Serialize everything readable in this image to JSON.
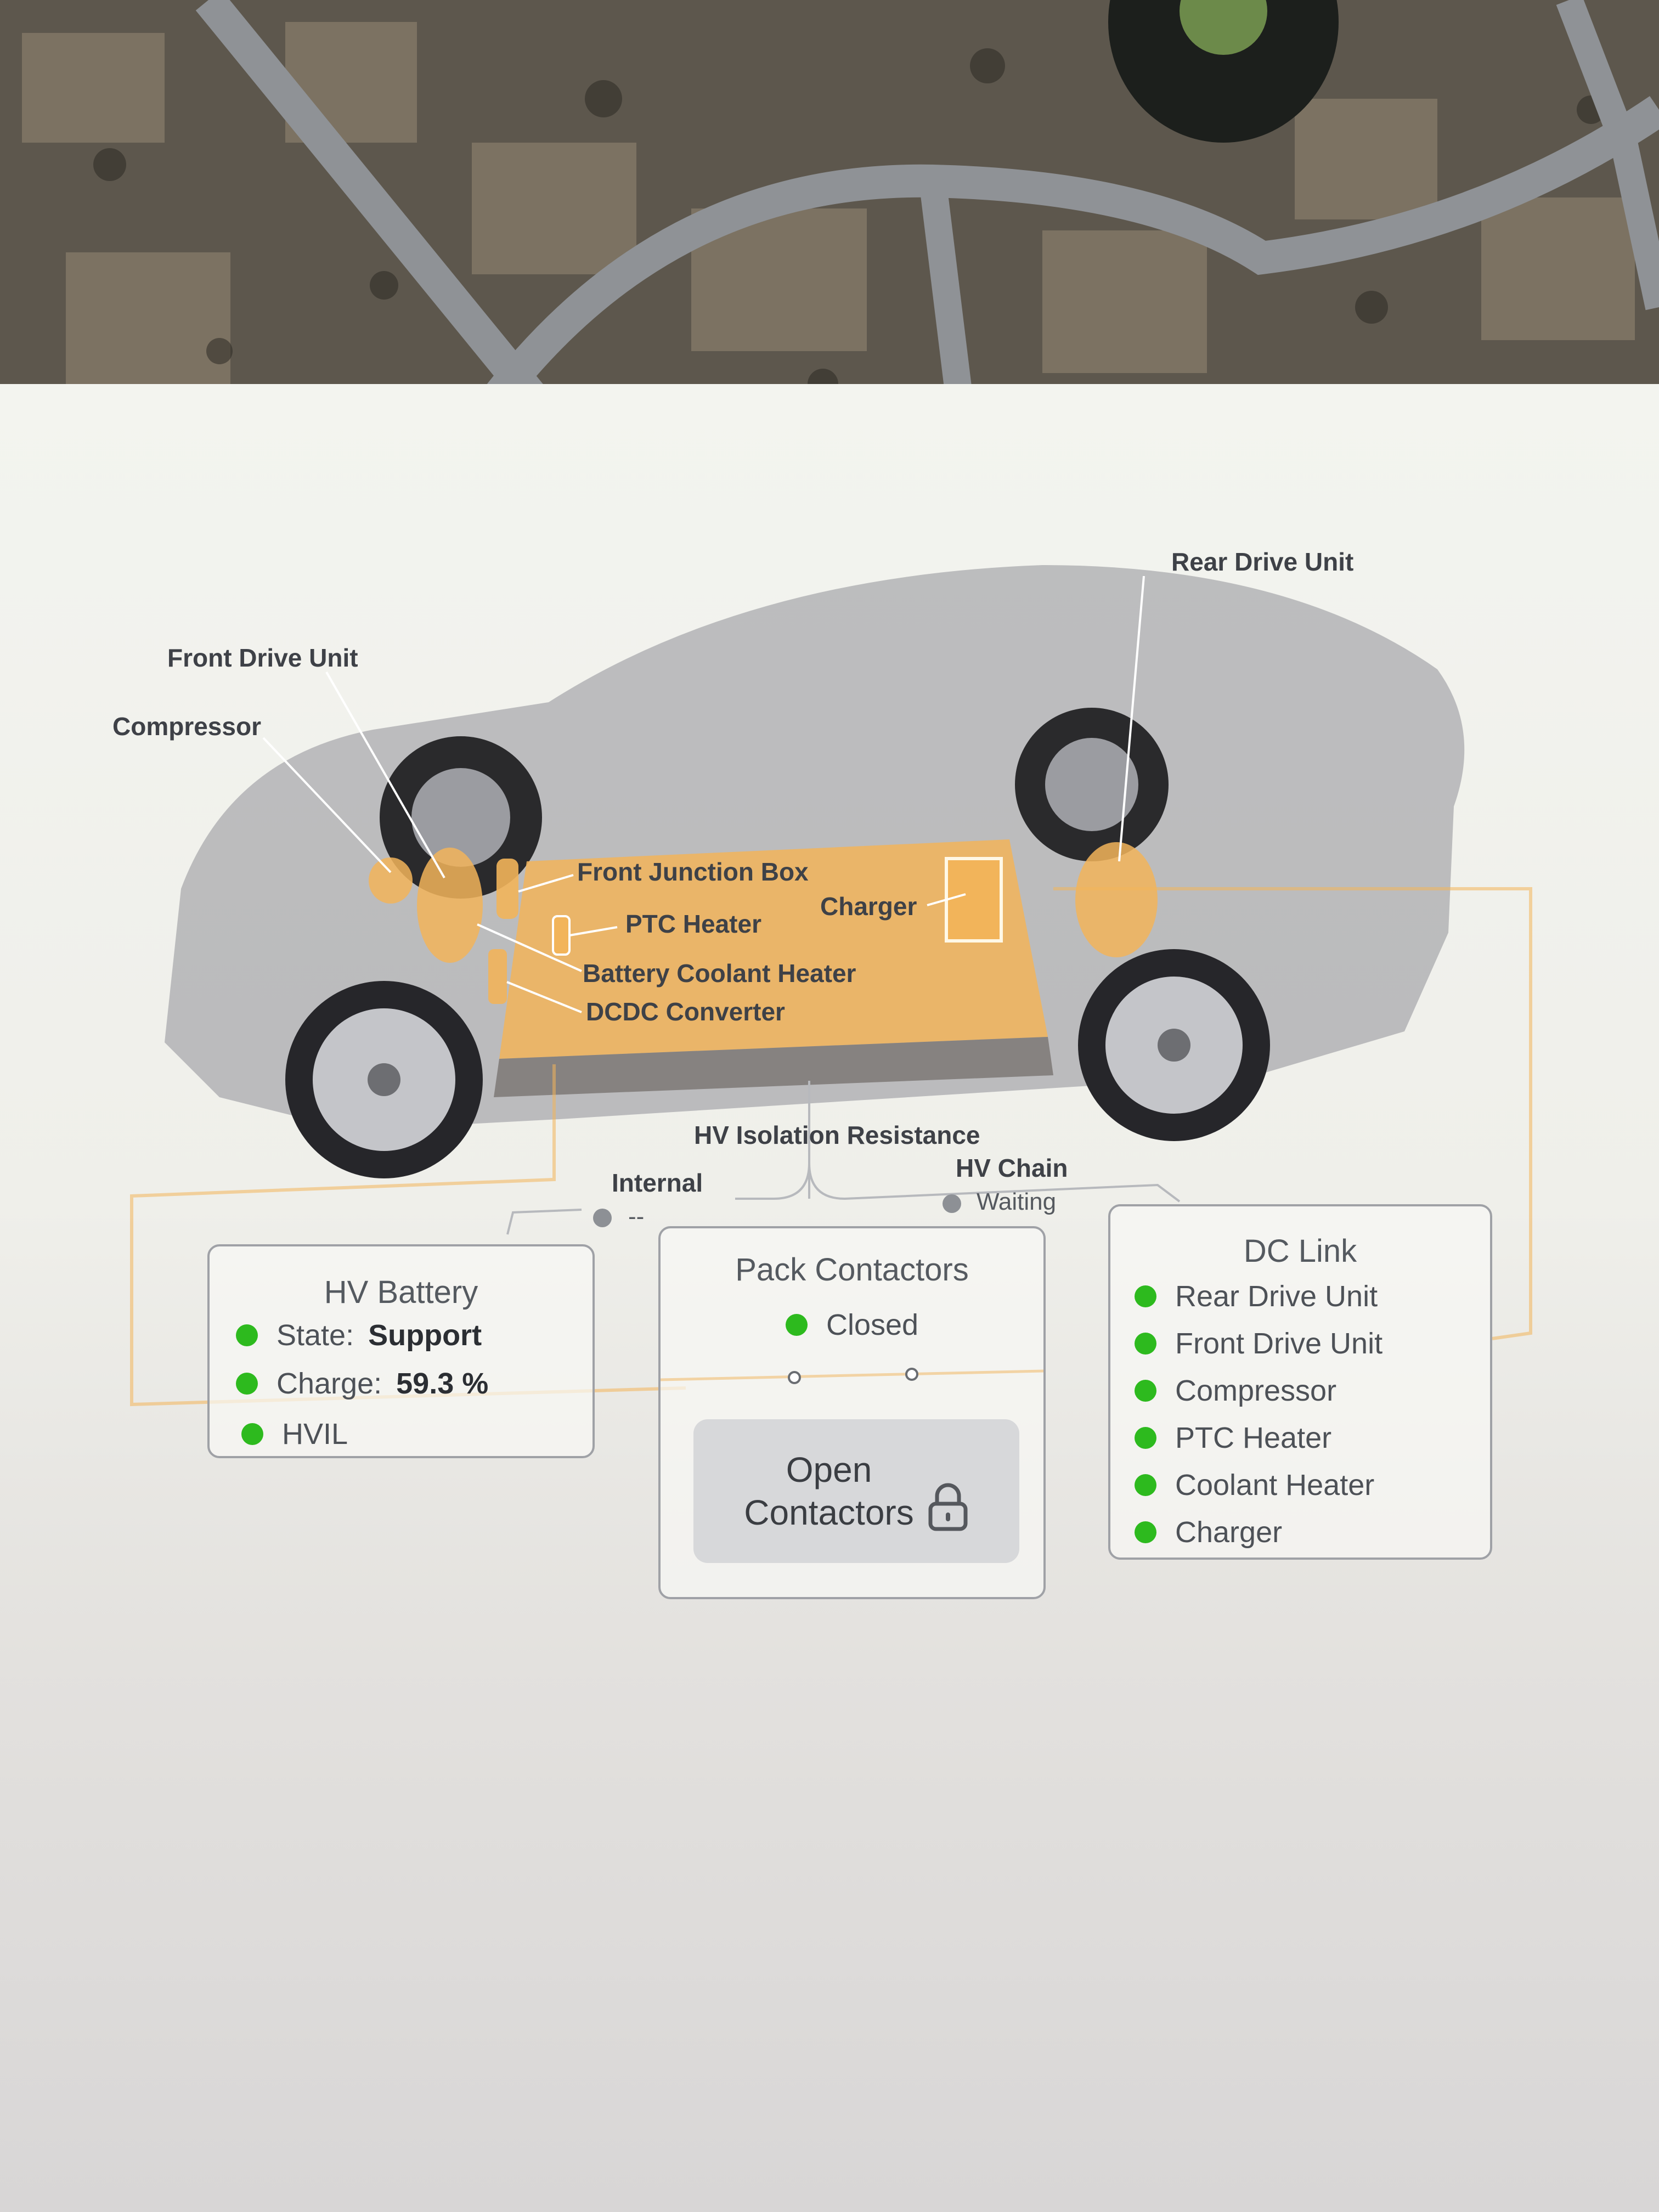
{
  "components": {
    "front_drive_unit": "Front Drive Unit",
    "compressor": "Compressor",
    "rear_drive_unit": "Rear Drive Unit",
    "front_junction_box": "Front Junction Box",
    "ptc_heater": "PTC Heater",
    "charger": "Charger",
    "battery_coolant_heater": "Battery Coolant Heater",
    "dcdc_converter": "DCDC Converter"
  },
  "isolation": {
    "title": "HV Isolation Resistance",
    "internal_label": "Internal",
    "internal_value": "--",
    "hv_chain_label": "HV Chain",
    "hv_chain_value": "Waiting"
  },
  "hv_battery": {
    "title": "HV Battery",
    "state_label": "State:",
    "state_value": "Support",
    "charge_label": "Charge:",
    "charge_value": "59.3 %",
    "hvil_label": "HVIL"
  },
  "pack_contactors": {
    "title": "Pack Contactors",
    "status": "Closed",
    "button_line1": "Open",
    "button_line2": "Contactors"
  },
  "dc_link": {
    "title": "DC Link",
    "items": [
      "Rear Drive Unit",
      "Front Drive Unit",
      "Compressor",
      "PTC Heater",
      "Coolant Heater",
      "Charger"
    ]
  },
  "colors": {
    "accent": "#f2b45a",
    "status_ok": "#2dba1e",
    "status_idle": "#8d9095"
  },
  "icons": {
    "lock": "lock-icon"
  }
}
